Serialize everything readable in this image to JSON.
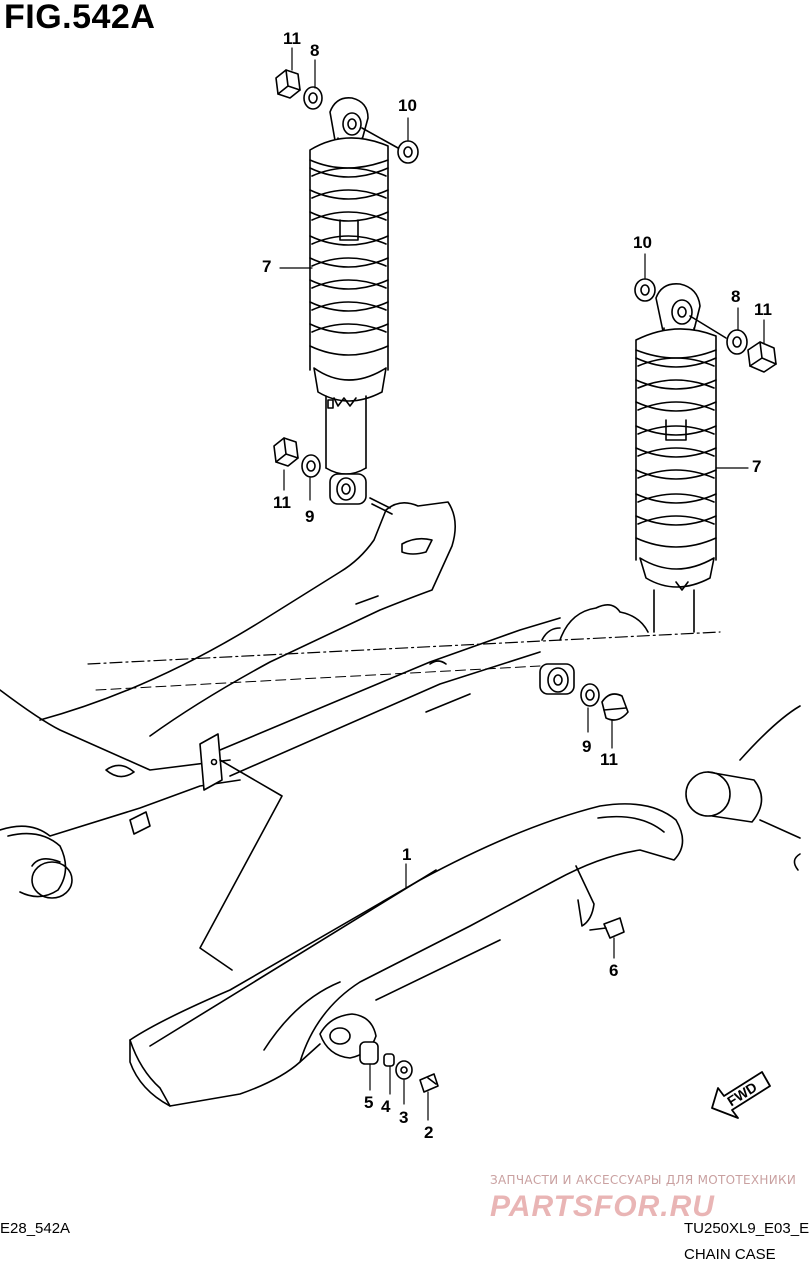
{
  "figure": {
    "title": "FIG.542A"
  },
  "callouts": {
    "l11_top": "11",
    "l8_top": "8",
    "l10_top": "10",
    "l7_left": "7",
    "l11_lower_left": "11",
    "l9_lower_left": "9",
    "l10_right": "10",
    "l8_right": "8",
    "l11_right": "11",
    "l7_right": "7",
    "l9_lower_right": "9",
    "l11_lower_right": "11",
    "l1": "1",
    "l6": "6",
    "l5": "5",
    "l4": "4",
    "l3": "3",
    "l2": "2"
  },
  "footer": {
    "left_code": "E28_542A",
    "model_code": "TU250XL9_E03_E",
    "section_name": "CHAIN CASE"
  },
  "watermark": {
    "tagline": "ЗАПЧАСТИ И АКСЕССУАРЫ ДЛЯ МОТОТЕХНИКИ",
    "brand": "PARTSFOR.RU"
  },
  "fwd_badge": "FWD"
}
